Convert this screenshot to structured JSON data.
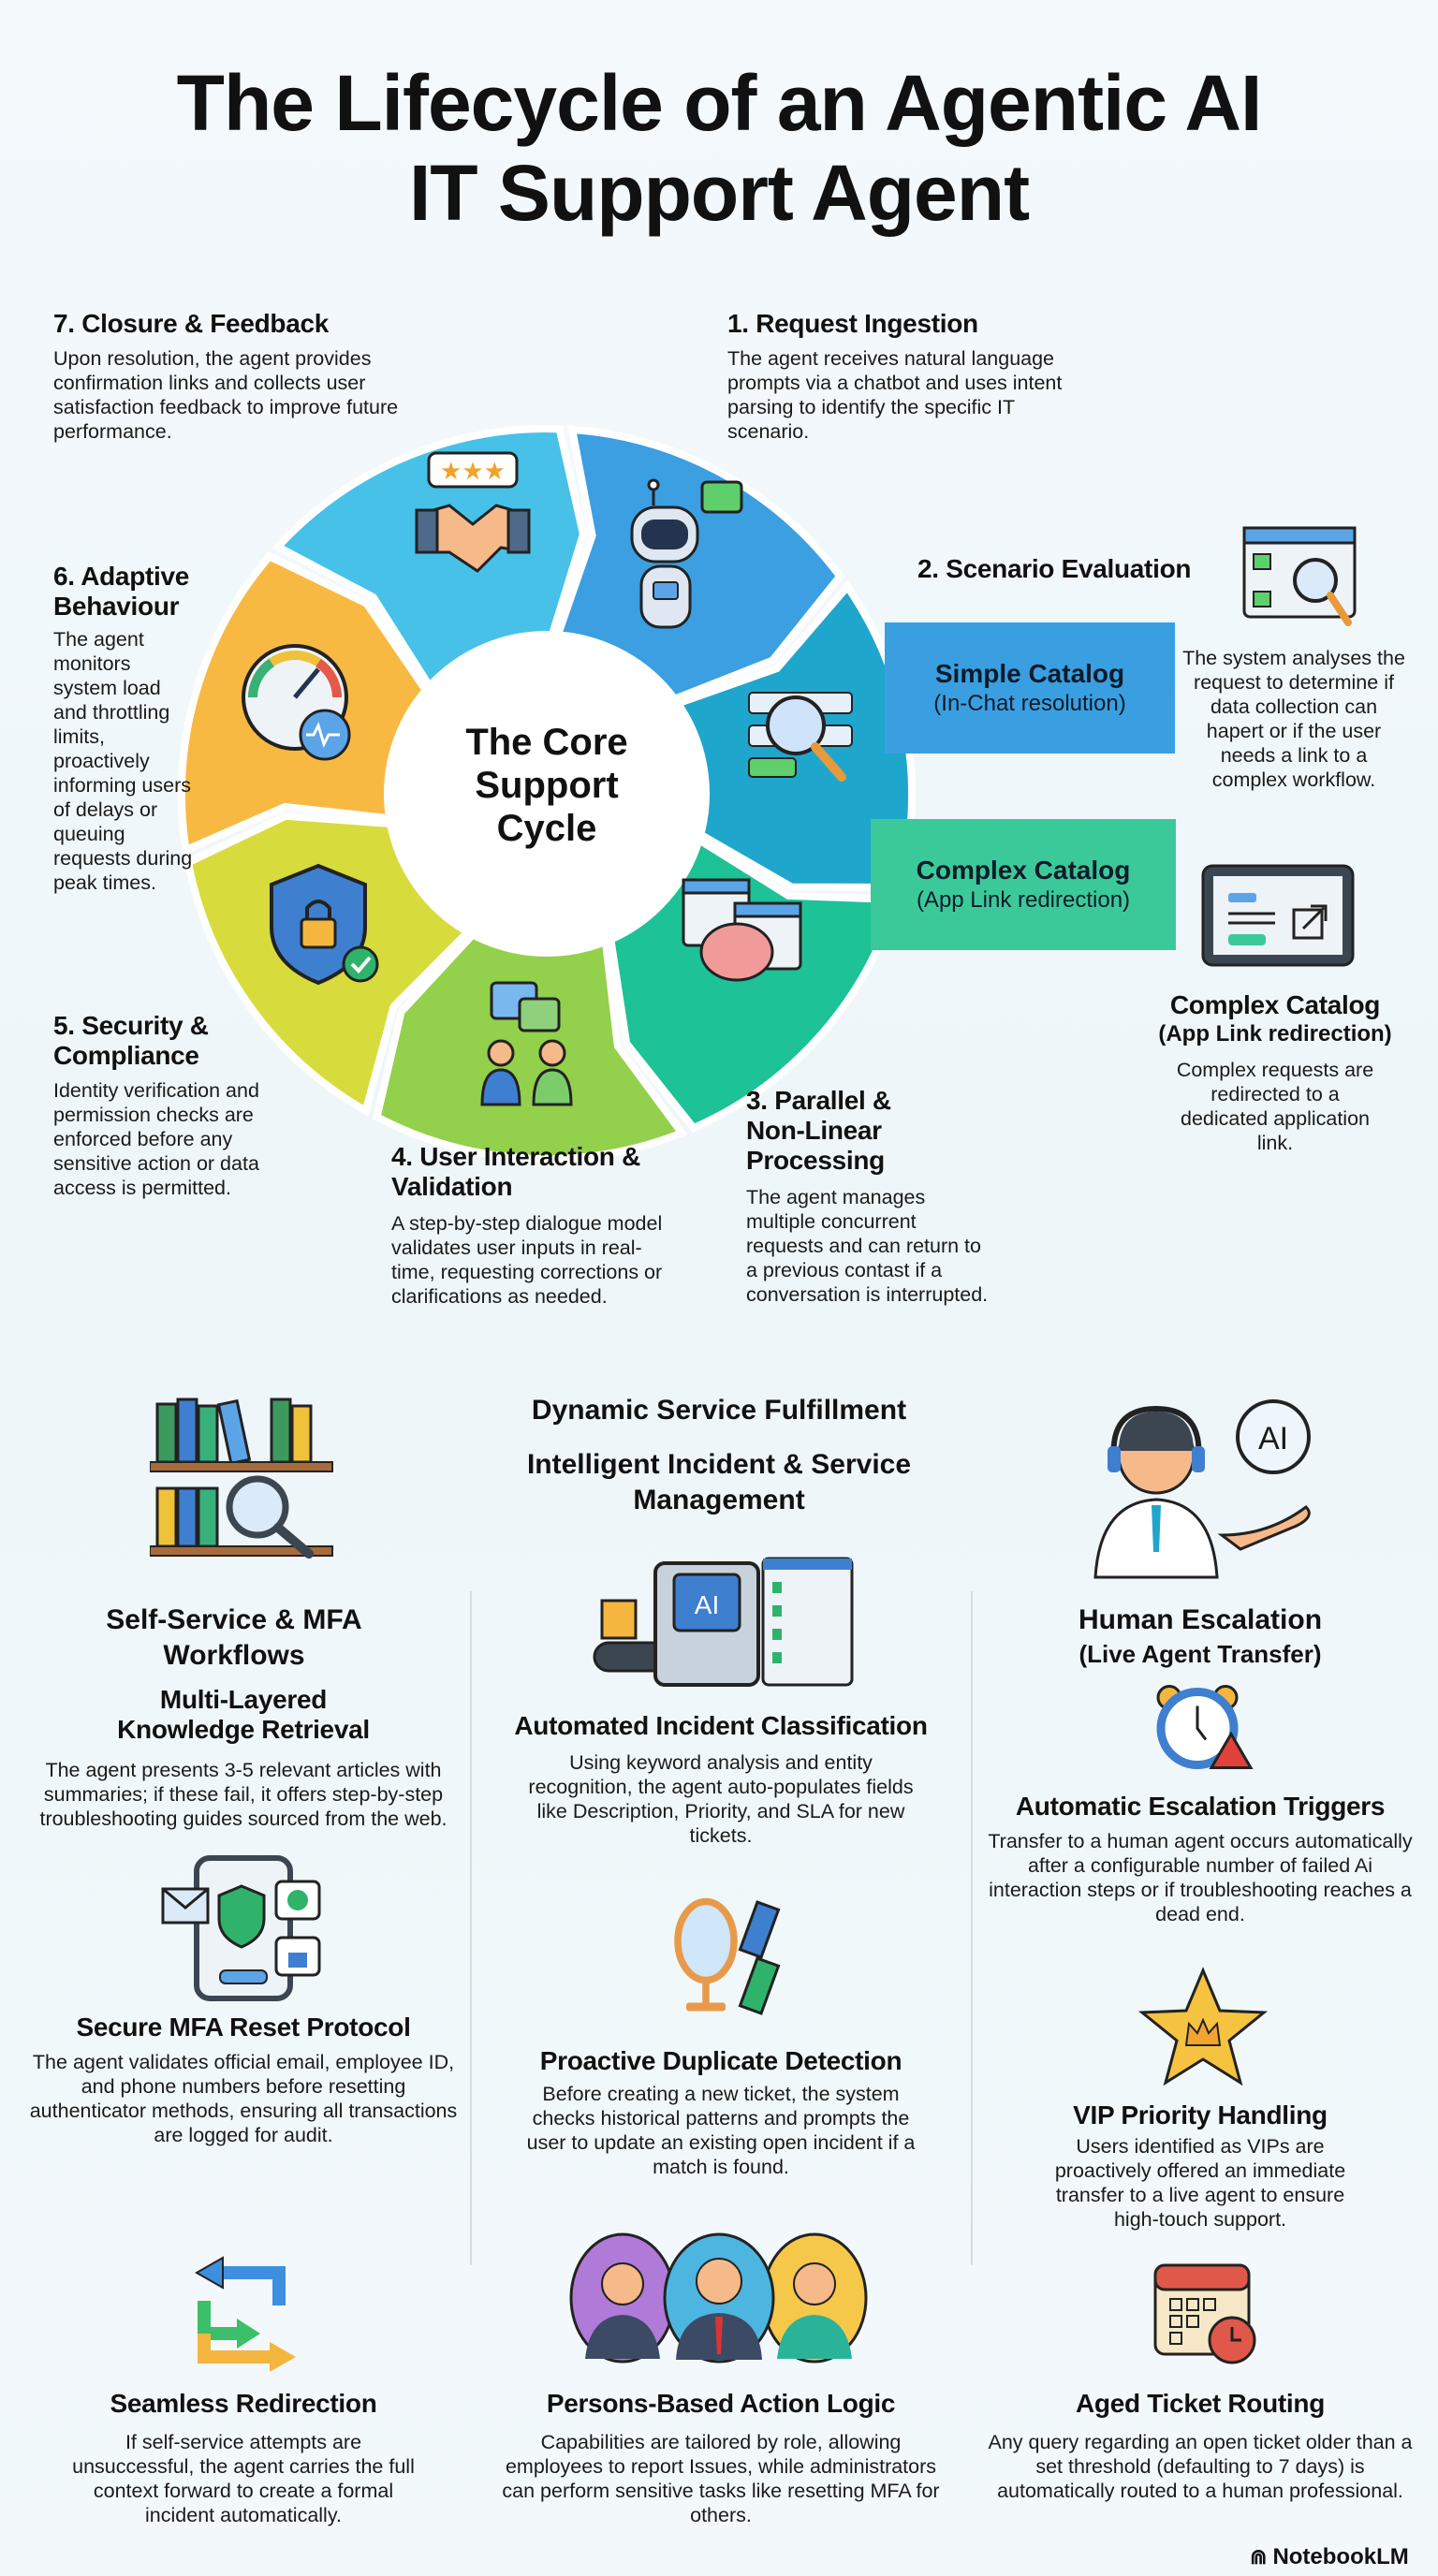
{
  "title": [
    "The Lifecycle of an Agentic AI",
    "IT Support Agent"
  ],
  "cycle": {
    "center_label": [
      "The Core",
      "Support",
      "Cycle"
    ],
    "segments": [
      {
        "color": "#3b9fe2"
      },
      {
        "color": "#1fa6cc"
      },
      {
        "color": "#1dc296"
      },
      {
        "color": "#93d04b"
      },
      {
        "color": "#d7dc3c"
      },
      {
        "color": "#f8b943"
      },
      {
        "color": "#47c1e8"
      }
    ]
  },
  "steps": {
    "s1": {
      "title": "1. Request Ingestion",
      "text": "The agent receives natural language prompts via a chatbot and uses intent parsing to identify the specific IT scenario."
    },
    "s2": {
      "title": "2. Scenario Evaluation",
      "text": "The system analyses the request to determine if data collection can hapert or if the user needs a link to a complex workflow."
    },
    "s3": {
      "title": "3. Parallel & Non-Linear Processing",
      "text": "The agent manages multiple concurrent requests and can return to a previous contast if a conversation is interrupted."
    },
    "s4": {
      "title": "4. User Interaction & Validation",
      "text": "A step-by-step dialogue model validates user inputs in real-time, requesting corrections or clarifications as needed."
    },
    "s5": {
      "title": "5. Security & Compliance",
      "text": "Identity verification and permission checks are enforced before any sensitive action or data access is permitted."
    },
    "s6": {
      "title": "6. Adaptive Behaviour",
      "text": "The agent monitors system load and throttling limits, proactively informing users of delays or queuing requests during peak times."
    },
    "s7": {
      "title": "7. Closure & Feedback",
      "text": "Upon resolution, the agent provides confirmation links and collects user satisfaction feedback to improve future performance."
    }
  },
  "catalogs": {
    "simple": {
      "title": "Simple Catalog",
      "sub": "(In-Chat resolution)",
      "color": "#3a9fe0"
    },
    "complex": {
      "title": "Complex Catalog",
      "sub": "(App Link redirection)",
      "color": "#3cc99a"
    },
    "complex_side": {
      "title": "Complex Catalog",
      "sub": "(App Link redirection)",
      "text": "Complex requests are redirected to a dedicated application link."
    }
  },
  "fulfillment": {
    "heading": "Dynamic Service Fulfillment",
    "center_heading": "Intelligent Incident & Service Management",
    "left": {
      "heading": "Self-Service & MFA Workflows",
      "items": [
        {
          "title": "Multi-Layered Knowledge Retrieval",
          "text": "The agent presents 3-5 relevant articles with summaries; if these fail, it offers step-by-step troubleshooting guides sourced from the web."
        },
        {
          "title": "Secure MFA Reset Protocol",
          "text": "The agent validates official email, employee ID, and phone numbers before resetting authenticator methods, ensuring all transactions are logged for audit."
        },
        {
          "title": "Seamless Redirection",
          "text": "If self-service attempts are unsuccessful, the agent carries the full context forward to create a formal incident automatically."
        }
      ]
    },
    "center": {
      "items": [
        {
          "title": "Automated Incident Classification",
          "text": "Using keyword analysis and entity recognition, the agent auto-populates fields like Description, Priority, and SLA for new tickets."
        },
        {
          "title": "Proactive Duplicate Detection",
          "text": "Before creating a new ticket, the system checks historical patterns and prompts the user to update an existing open incident if a match is found."
        },
        {
          "title": "Persons-Based Action Logic",
          "text": "Capabilities are tailored by role, allowing employees to report Issues, while administrators can perform sensitive tasks like resetting MFA for others."
        }
      ]
    },
    "right": {
      "heading": "Human Escalation",
      "sub": "(Live Agent Transfer)",
      "ai_badge": "AI",
      "items": [
        {
          "title": "Automatic Escalation Triggers",
          "text": "Transfer to a human agent occurs automatically after a configurable number of failed Ai interaction steps or if troubleshooting reaches a dead end."
        },
        {
          "title": "VIP Priority Handling",
          "text": "Users identified as VIPs are proactively offered an immediate transfer to a live agent to ensure high-touch support."
        },
        {
          "title": "Aged Ticket Routing",
          "text": "Any query regarding an open ticket older than a set threshold (defaulting to 7 days) is automatically routed to a human professional."
        }
      ]
    }
  },
  "icons": {
    "ai_chip": "AI"
  },
  "brand": "NotebookLM"
}
